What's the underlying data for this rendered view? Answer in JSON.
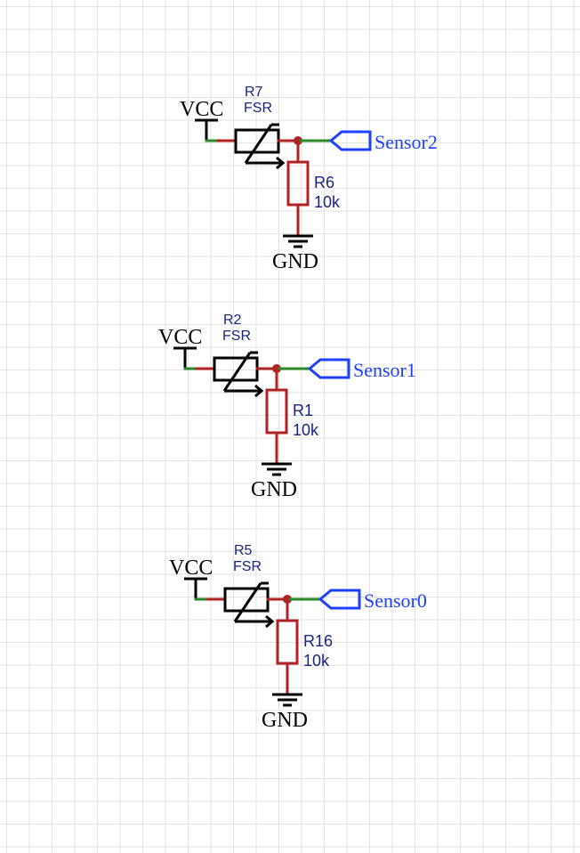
{
  "colors": {
    "wire": "#2a8a2a",
    "component": "#b22222",
    "black": "#000000",
    "netlabel": "#1f3fff",
    "designator": "#1a237e"
  },
  "circuits": [
    {
      "vcc": "VCC",
      "fsr": {
        "ref": "R7",
        "value": "FSR"
      },
      "res": {
        "ref": "R6",
        "value": "10k"
      },
      "net": "Sensor2",
      "gnd": "GND"
    },
    {
      "vcc": "VCC",
      "fsr": {
        "ref": "R2",
        "value": "FSR"
      },
      "res": {
        "ref": "R1",
        "value": "10k"
      },
      "net": "Sensor1",
      "gnd": "GND"
    },
    {
      "vcc": "VCC",
      "fsr": {
        "ref": "R5",
        "value": "FSR"
      },
      "res": {
        "ref": "R16",
        "value": "10k"
      },
      "net": "Sensor0",
      "gnd": "GND"
    }
  ]
}
